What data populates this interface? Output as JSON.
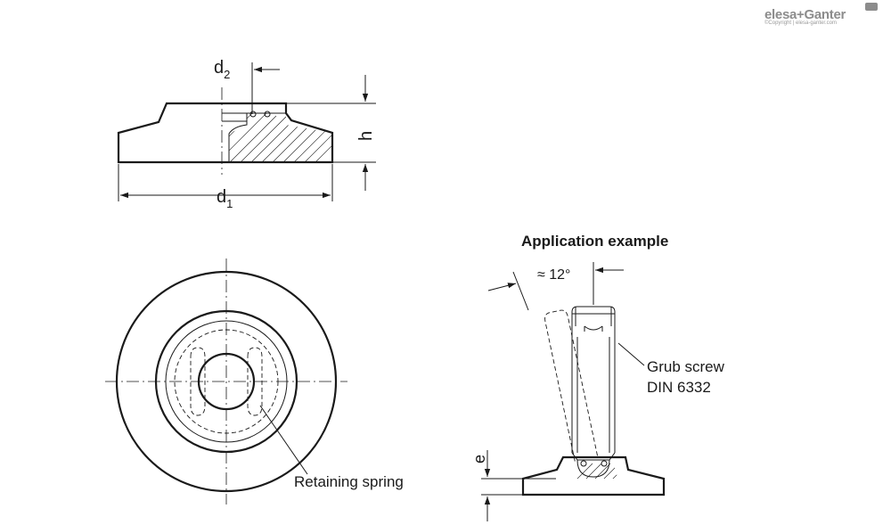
{
  "brand": {
    "logo": "elesa+Ganter",
    "copyright": "©Copyright | elesa-ganter.com"
  },
  "dimensions": {
    "d2": "d",
    "d2_sub": "2",
    "d1": "d",
    "d1_sub": "1",
    "h": "h",
    "e": "e"
  },
  "application": {
    "title": "Application example",
    "angle": "≈ 12°",
    "grub_screw_line1": "Grub screw",
    "grub_screw_line2": "DIN 6332"
  },
  "retaining_spring": "Retaining spring"
}
